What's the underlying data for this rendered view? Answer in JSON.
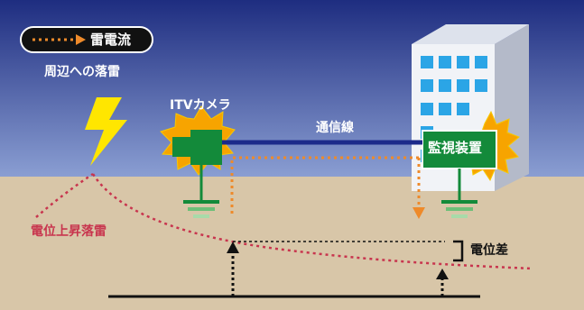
{
  "legend": {
    "label": "雷電流"
  },
  "labels": {
    "nearby_strike": "周辺への落雷",
    "itv_camera": "ITVカメラ",
    "comm_line": "通信線",
    "monitor_device": "監視装置",
    "potential_rise": "電位上昇落雷",
    "potential_diff": "電位差"
  },
  "colors": {
    "sky_top": "#1e2d80",
    "sky_bottom": "#8b9fd3",
    "ground": "#d8c6a8",
    "device_green": "#138a3a",
    "burst_orange": "#f7a400",
    "current_orange": "#ee8a2a",
    "comm_line_blue": "#1c2a8a",
    "potential_red": "#c8354e",
    "lightning_yellow": "#ffe600"
  },
  "icons": [
    "lightning-bolt-icon",
    "building-icon",
    "camera-icon",
    "ground-terminal-icon"
  ]
}
